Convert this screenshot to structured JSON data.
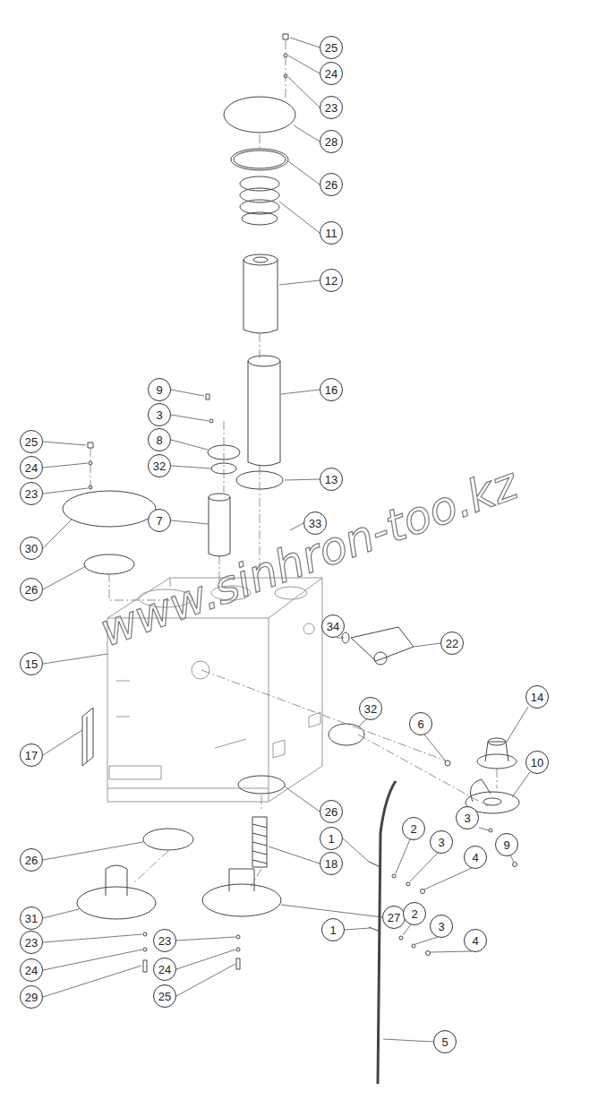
{
  "diagram": {
    "nodes": [
      {
        "text": [
          "25"
        ]
      },
      {
        "text": [
          "24"
        ]
      },
      {
        "text": [
          "23"
        ]
      },
      {
        "text": [
          "28"
        ]
      },
      {
        "text": [
          "26"
        ]
      },
      {
        "text": [
          "11"
        ]
      },
      {
        "text": [
          "12"
        ]
      },
      {
        "text": [
          "9"
        ]
      },
      {
        "text": [
          "16"
        ]
      },
      {
        "text": [
          "3"
        ]
      },
      {
        "text": [
          "25"
        ]
      },
      {
        "text": [
          "8"
        ]
      },
      {
        "text": [
          "24"
        ]
      },
      {
        "text": [
          "32"
        ]
      },
      {
        "text": [
          "13"
        ]
      },
      {
        "text": [
          "23"
        ]
      },
      {
        "text": [
          "33"
        ]
      },
      {
        "text": [
          "7"
        ]
      },
      {
        "text": [
          "30"
        ]
      },
      {
        "text": [
          "26"
        ]
      },
      {
        "text": [
          "34"
        ]
      },
      {
        "text": [
          "22"
        ]
      },
      {
        "text": [
          "15"
        ]
      },
      {
        "text": [
          "14"
        ]
      },
      {
        "text": [
          "32"
        ]
      },
      {
        "text": [
          "6"
        ]
      },
      {
        "text": [
          "17"
        ]
      },
      {
        "text": [
          "10"
        ]
      },
      {
        "text": [
          "26"
        ]
      },
      {
        "text": [
          "3"
        ]
      },
      {
        "text": [
          "2"
        ]
      },
      {
        "text": [
          "1"
        ]
      },
      {
        "text": [
          "3"
        ]
      },
      {
        "text": [
          "26"
        ]
      },
      {
        "text": [
          "4"
        ]
      },
      {
        "text": [
          "18"
        ]
      },
      {
        "text": [
          "9"
        ]
      },
      {
        "text": [
          "27"
        ]
      },
      {
        "text": [
          "31"
        ]
      },
      {
        "text": [
          "2"
        ]
      },
      {
        "text": [
          "3"
        ]
      },
      {
        "text": [
          "1"
        ]
      },
      {
        "text": [
          "4"
        ]
      },
      {
        "text": [
          "23"
        ]
      },
      {
        "text": [
          "23"
        ]
      },
      {
        "text": [
          "24"
        ]
      },
      {
        "text": [
          "24"
        ]
      },
      {
        "text": [
          "25"
        ]
      },
      {
        "text": [
          "29"
        ]
      },
      {
        "text": [
          "5"
        ]
      }
    ],
    "labels": [
      "www.sinhron-too.kz"
    ]
  }
}
